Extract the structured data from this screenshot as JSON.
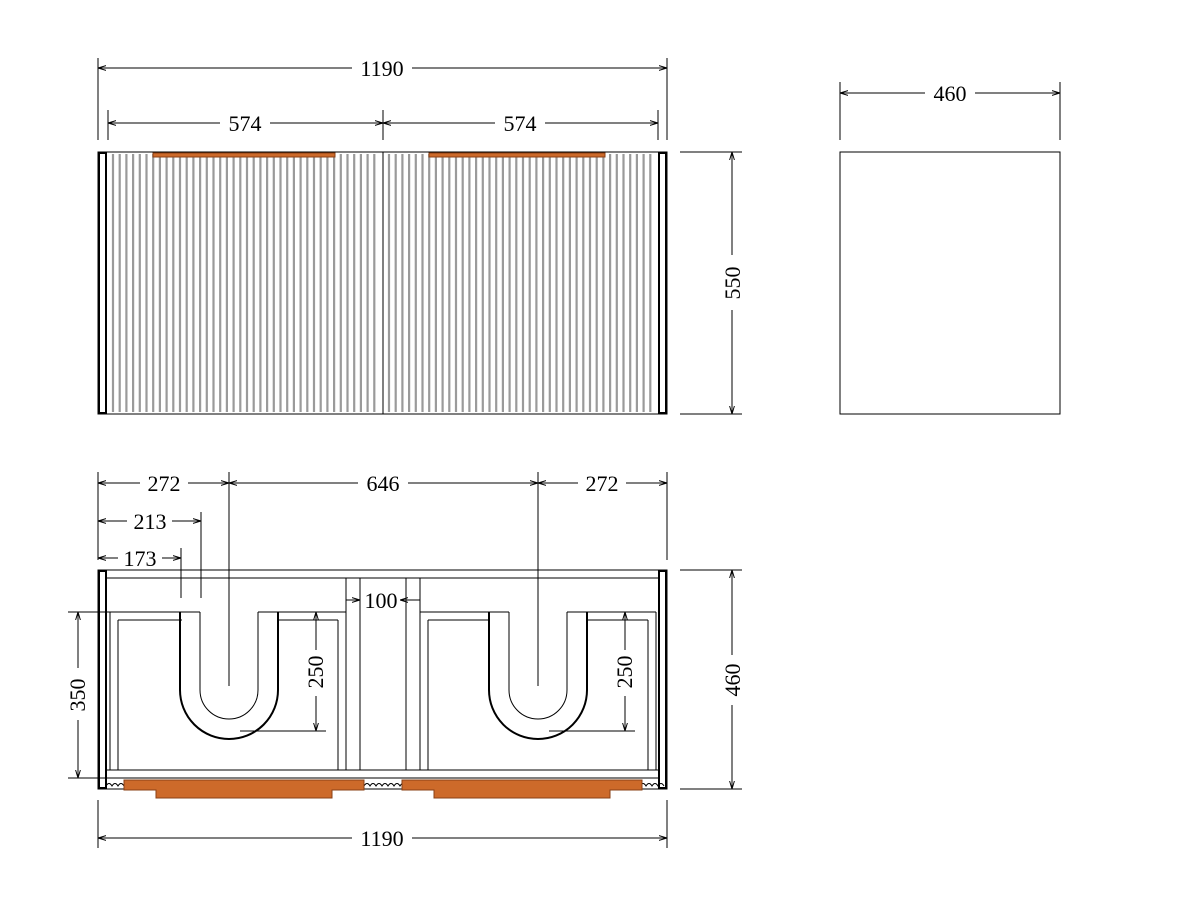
{
  "front_view": {
    "overall_width": "1190",
    "door_width_left": "574",
    "door_width_right": "574",
    "height": "550"
  },
  "side_view": {
    "depth": "460"
  },
  "top_view": {
    "edge_to_waste_left": "272",
    "waste_spacing": "646",
    "edge_to_waste_right": "272",
    "offset_213": "213",
    "offset_173": "173",
    "divider_gap": "100",
    "inner_depth": "350",
    "trap_depth_left": "250",
    "trap_depth_right": "250",
    "overall_depth": "460",
    "overall_width": "1190"
  },
  "colors": {
    "line": "#000000",
    "flute": "#9a9a9a",
    "handle_accent": "#cd6a2a"
  }
}
